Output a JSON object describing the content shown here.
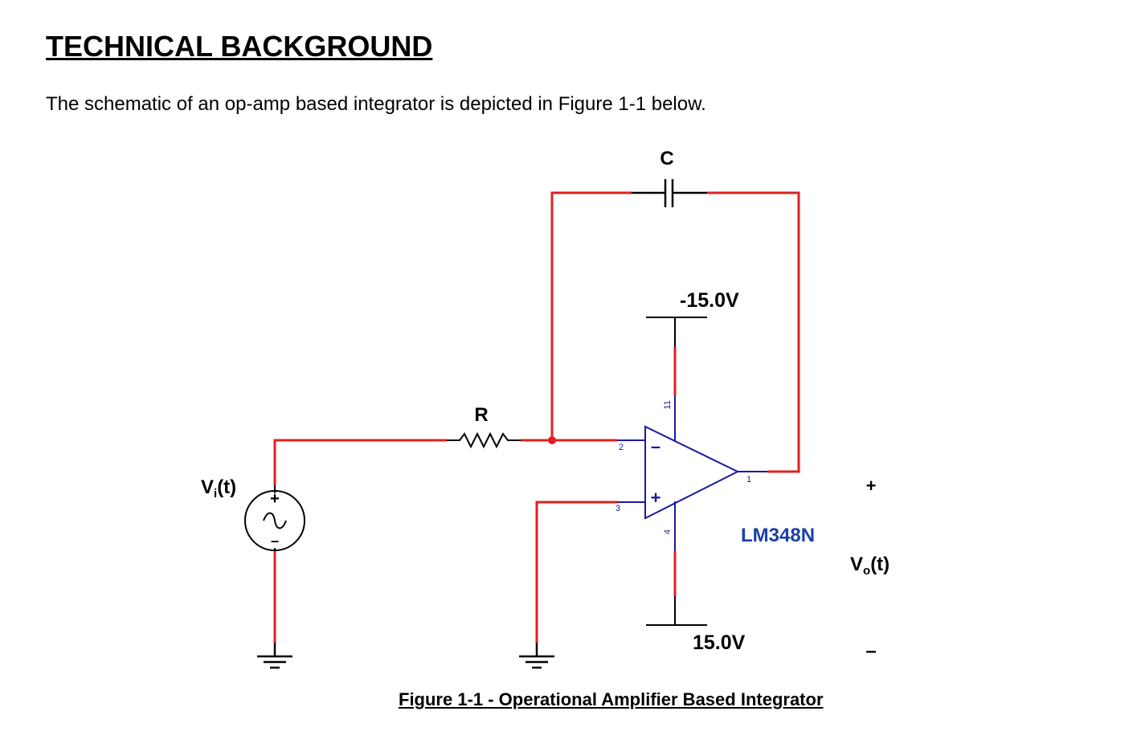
{
  "heading": "TECHNICAL BACKGROUND",
  "intro": "The schematic of an op-amp based integrator is depicted in Figure 1-1 below.",
  "figure": {
    "caption": "Figure 1-1 - Operational Amplifier  Based Integrator",
    "labels": {
      "capacitor": "C",
      "resistor": "R",
      "neg_supply": "-15.0V",
      "pos_supply": "15.0V",
      "opamp": "LM348N",
      "input_v": "V",
      "input_sub": "i",
      "input_t": "(t)",
      "output_v": "V",
      "output_sub": "o",
      "output_t": "(t)",
      "output_plus": "+",
      "output_minus": "–",
      "src_plus": "+",
      "src_minus": "–",
      "inv_input": "–",
      "noninv_input": "+"
    },
    "pins": {
      "v_minus_pin": "11",
      "v_plus_pin": "4",
      "inv_pin": "2",
      "noninv_pin": "3",
      "out_pin": "1"
    },
    "colors": {
      "wire": "#e02020",
      "opamp": "#1a1aa0",
      "label_blue": "#1a3fa8",
      "component": "#000000"
    }
  }
}
